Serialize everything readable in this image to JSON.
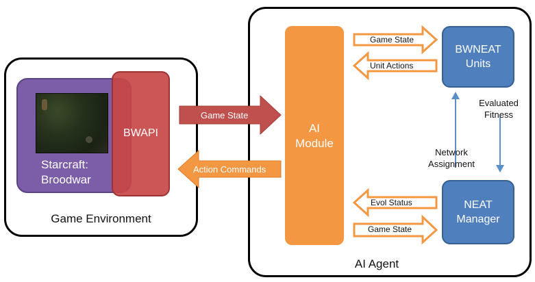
{
  "game_environment": {
    "label": "Game Environment",
    "starcraft_label_line1": "Starcraft:",
    "starcraft_label_line2": "Broodwar",
    "bwapi_label": "BWAPI"
  },
  "ai_agent": {
    "label": "AI Agent",
    "ai_module_line1": "AI",
    "ai_module_line2": "Module",
    "bwneat_line1": "BWNEAT",
    "bwneat_line2": "Units",
    "neat_line1": "NEAT",
    "neat_line2": "Manager"
  },
  "arrows": {
    "game_state_big": "Game State",
    "action_commands": "Action Commands",
    "game_state_top": "Game State",
    "unit_actions": "Unit Actions",
    "evol_status": "Evol Status",
    "game_state_bottom": "Game State",
    "evaluated_fitness_line1": "Evaluated",
    "evaluated_fitness_line2": "Fitness",
    "network_assignment_line1": "Network",
    "network_assignment_line2": "Assignment"
  },
  "colors": {
    "red_arrow": "#c0504d",
    "orange_arrow": "#f39743",
    "blue_box": "#4f7fbd",
    "purple_box": "#7b5ea7",
    "connector_blue": "#5b8fc9"
  }
}
